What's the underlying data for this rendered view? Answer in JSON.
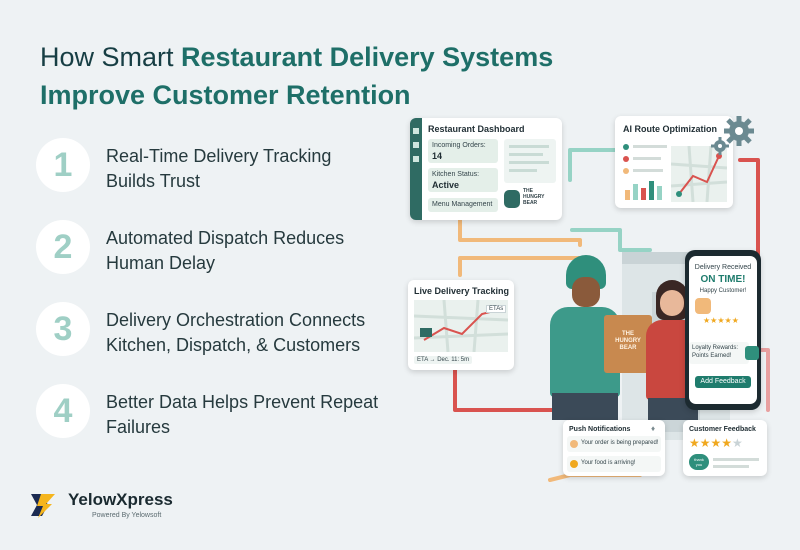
{
  "title": {
    "prefix": "How Smart ",
    "highlight_line1": "Restaurant Delivery Systems",
    "highlight_line2": "Improve Customer Retention"
  },
  "reasons": [
    {
      "number": "1",
      "line1": "Real-Time Delivery Tracking",
      "line2": "Builds Trust"
    },
    {
      "number": "2",
      "line1": "Automated Dispatch Reduces",
      "line2": "Human Delay"
    },
    {
      "number": "3",
      "line1": "Delivery Orchestration Connects",
      "line2": "Kitchen, Dispatch, & Customers"
    },
    {
      "number": "4",
      "line1": "Better Data Helps Prevent Repeat",
      "line2": "Failures"
    }
  ],
  "brand": {
    "name": "YelowXpress",
    "tagline": "Powered By Yelowsoft"
  },
  "dashboard": {
    "title": "Restaurant Dashboard",
    "incoming_label": "Incoming Orders:",
    "incoming_value": "14",
    "kitchen_label": "Kitchen Status:",
    "kitchen_value": "Active",
    "menu_label": "Menu Management",
    "logo_text1": "THE",
    "logo_text2": "HUNGRY",
    "logo_text3": "BEAR"
  },
  "route": {
    "title": "AI Route Optimization"
  },
  "tracking": {
    "title": "Live Delivery Tracking",
    "eta_tag": "ETAs",
    "eta_line": "ETA → Dec. 11: 5m"
  },
  "bag": {
    "line1": "THE",
    "line2": "HUNGRY",
    "line3": "BEAR"
  },
  "phone": {
    "line1": "Delivery Received",
    "line2": "ON TIME!",
    "line3": "Happy Customer!",
    "stars": "★★★★★",
    "loyalty1": "Loyalty Rewards:",
    "loyalty2": "Points Earned!",
    "button": "Add Feedback"
  },
  "notifications": {
    "title": "Push Notifications",
    "item1": "Your order is being prepared!",
    "item2": "Your food is arriving!"
  },
  "feedback": {
    "title": "Customer Feedback",
    "stars": "★★★★",
    "empty_star": "★",
    "bubble1": "thank",
    "bubble2": "you"
  },
  "colors": {
    "teal": "#1e6f68",
    "accent_teal": "#1f7c6d",
    "route_orange": "#f1b97a",
    "route_red": "#d9534f"
  }
}
